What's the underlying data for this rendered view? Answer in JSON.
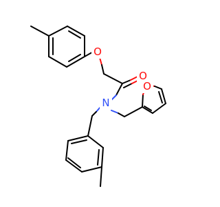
{
  "molecule": {
    "atom_labels": {
      "ether_oxygen": "O",
      "carbonyl_oxygen": "O",
      "furan_oxygen": "O",
      "amide_nitrogen": "N"
    },
    "colors": {
      "oxygen": "#ff0d0d",
      "nitrogen": "#3050f8",
      "bond": "#000000"
    }
  }
}
